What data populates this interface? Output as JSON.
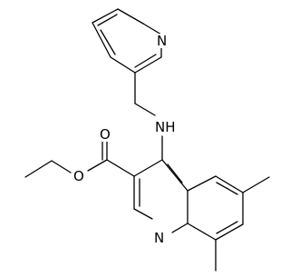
{
  "structure": {
    "atom_labels": {
      "pyridine_n": "N",
      "amine_nh": "NH",
      "carbonyl_o": "O",
      "ester_o": "O",
      "quinoline_n": "N"
    }
  },
  "colors": {
    "bond": "#000000",
    "label": "#000000",
    "background": "#ffffff"
  }
}
